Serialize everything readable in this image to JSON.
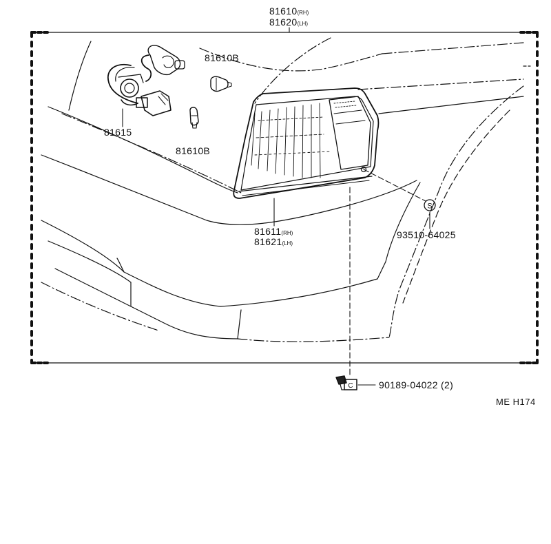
{
  "parts": {
    "lamp_assy": {
      "rh": "81610",
      "rh_suffix": "(RH)",
      "lh": "81620",
      "lh_suffix": "(LH)"
    },
    "bulb_top": "81610B",
    "bulb_side": "81610B",
    "socket_wire": "81615",
    "lens": {
      "rh": "81611",
      "rh_suffix": "(RH)",
      "lh": "81621",
      "lh_suffix": "(LH)"
    },
    "screw": {
      "part": "93510-64025",
      "symbol": "S"
    },
    "clip": {
      "part": "90189-04022",
      "qty": "(2)",
      "symbol": "C"
    }
  },
  "drawing_ref": "ME H174"
}
